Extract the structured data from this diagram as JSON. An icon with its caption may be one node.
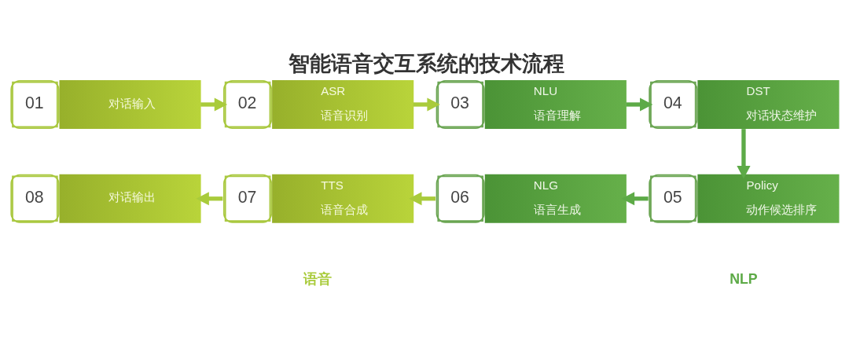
{
  "diagram": {
    "title": "智能语音交互系统的技术流程",
    "nodes": [
      {
        "text": [
          "01",
          "对话输入"
        ]
      },
      {
        "text": [
          "02",
          "ASR",
          "语音识别"
        ]
      },
      {
        "text": [
          "03",
          "NLU",
          "语音理解"
        ]
      },
      {
        "text": [
          "04",
          "DST",
          "对话状态维护"
        ]
      },
      {
        "text": [
          "05",
          "Policy",
          "动作候选排序"
        ]
      },
      {
        "text": [
          "06",
          "NLG",
          "语言生成"
        ]
      },
      {
        "text": [
          "07",
          "TTS",
          "语音合成"
        ]
      },
      {
        "text": [
          "08",
          "对话输出"
        ]
      }
    ],
    "edges": [
      {
        "from": 0,
        "to": 1,
        "arrow": "to"
      },
      {
        "from": 1,
        "to": 2,
        "arrow": "to"
      },
      {
        "from": 2,
        "to": 3,
        "arrow": "to",
        "color": "#5daa47"
      },
      {
        "from": 3,
        "to": 4,
        "arrow": "to",
        "color": "#5daa47"
      },
      {
        "from": 4,
        "to": 5,
        "arrow": "to",
        "color": "#5daa47"
      },
      {
        "from": 5,
        "to": 6,
        "arrow": "to"
      },
      {
        "from": 6,
        "to": 7,
        "arrow": "to"
      }
    ],
    "labels": [
      "语音",
      "NLP"
    ]
  }
}
